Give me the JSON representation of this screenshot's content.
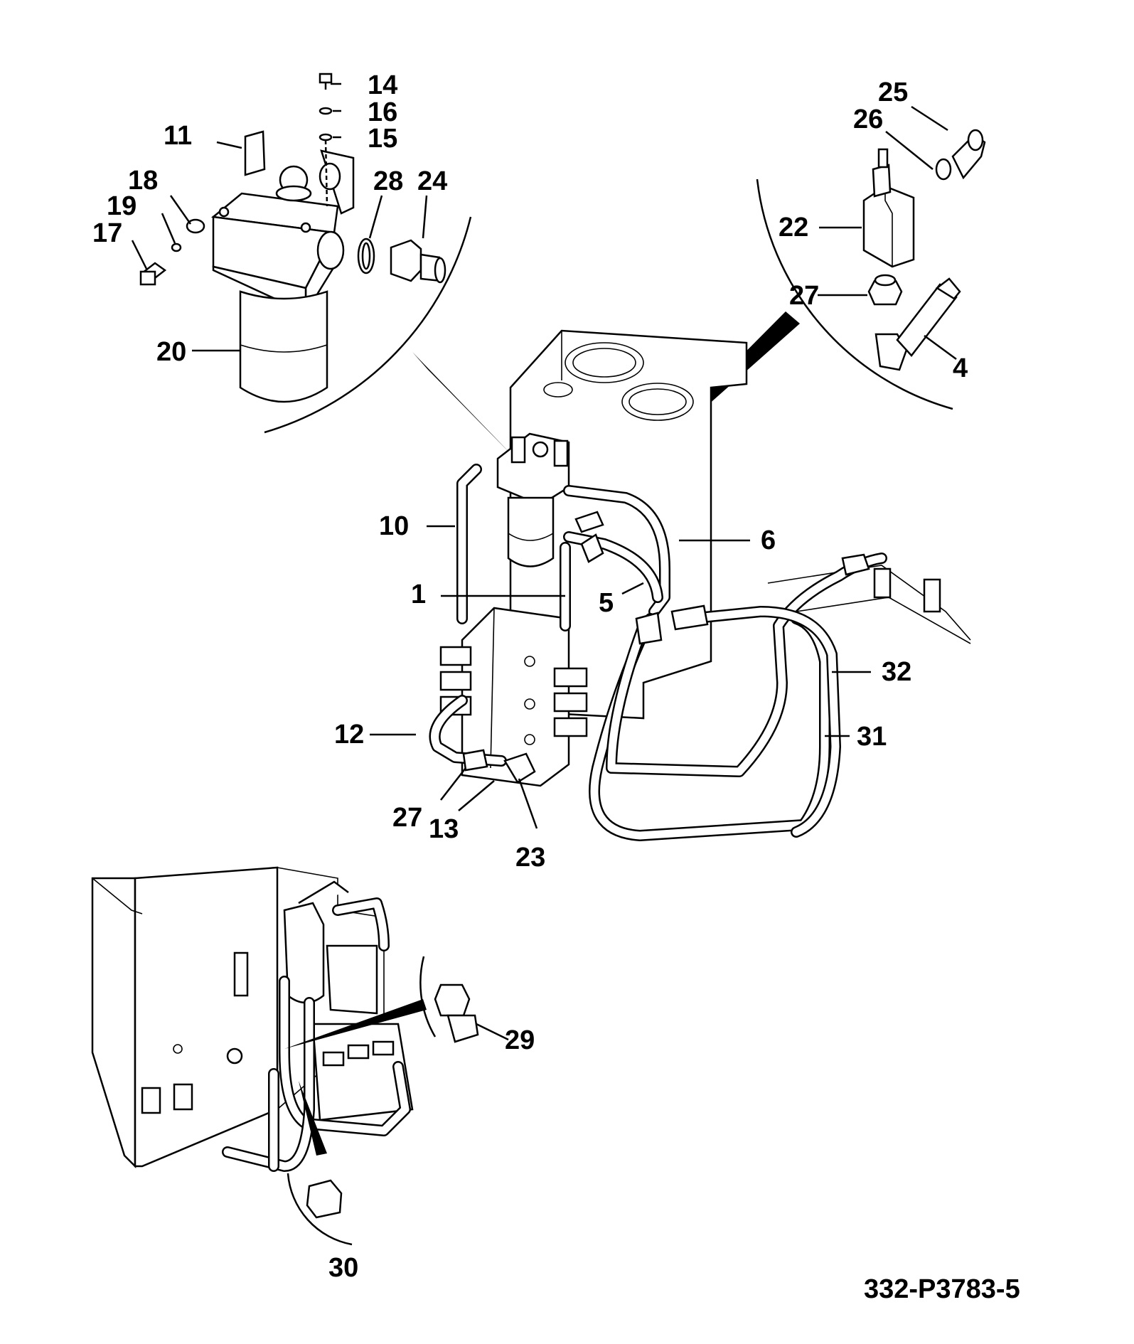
{
  "drawing_ref": "332-P3783-5",
  "callouts": [
    "1",
    "4",
    "5",
    "6",
    "10",
    "11",
    "12",
    "13",
    "14",
    "15",
    "16",
    "17",
    "18",
    "19",
    "20",
    "22",
    "23",
    "24",
    "25",
    "26",
    "27",
    "27",
    "28",
    "29",
    "30",
    "31",
    "32"
  ]
}
